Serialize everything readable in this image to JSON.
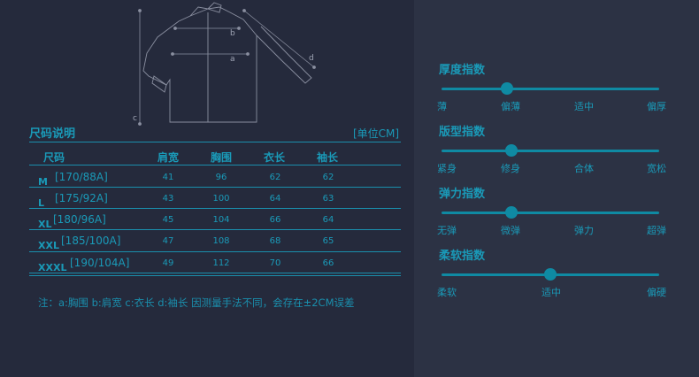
{
  "diagram": {
    "labels": {
      "a": "a",
      "b": "b",
      "c": "c",
      "d": "d"
    }
  },
  "size_table": {
    "title": "尺码说明",
    "unit": "[单位CM]",
    "headers": [
      "尺码",
      "肩宽",
      "胸围",
      "衣长",
      "袖长"
    ],
    "rows": [
      {
        "size": "M",
        "spec": "[170/88A]",
        "values": [
          "41",
          "96",
          "62",
          "62"
        ]
      },
      {
        "size": "L",
        "spec": "[175/92A]",
        "values": [
          "43",
          "100",
          "64",
          "63"
        ]
      },
      {
        "size": "XL",
        "spec": "[180/96A]",
        "values": [
          "45",
          "104",
          "66",
          "64"
        ]
      },
      {
        "size": "XXL",
        "spec": "[185/100A]",
        "values": [
          "47",
          "108",
          "68",
          "65"
        ]
      },
      {
        "size": "XXXL",
        "spec": "[190/104A]",
        "values": [
          "49",
          "112",
          "70",
          "66"
        ]
      }
    ],
    "note": "注：a:胸围  b:肩宽  c:衣长  d:袖长   因测量手法不同，会存在±2CM误差"
  },
  "indices": [
    {
      "title": "厚度指数",
      "labels": [
        "薄",
        "偏薄",
        "适中",
        "偏厚"
      ],
      "value": 0.3
    },
    {
      "title": "版型指数",
      "labels": [
        "紧身",
        "修身",
        "合体",
        "宽松"
      ],
      "value": 0.32
    },
    {
      "title": "弹力指数",
      "labels": [
        "无弹",
        "微弹",
        "弹力",
        "超弹"
      ],
      "value": 0.32
    },
    {
      "title": "柔软指数",
      "labels": [
        "柔软",
        "适中",
        "偏硬"
      ],
      "value": 0.5
    }
  ],
  "colors": {
    "accent": "#1a9ab8",
    "background": "#252a3c",
    "panel": "#2c3244"
  }
}
